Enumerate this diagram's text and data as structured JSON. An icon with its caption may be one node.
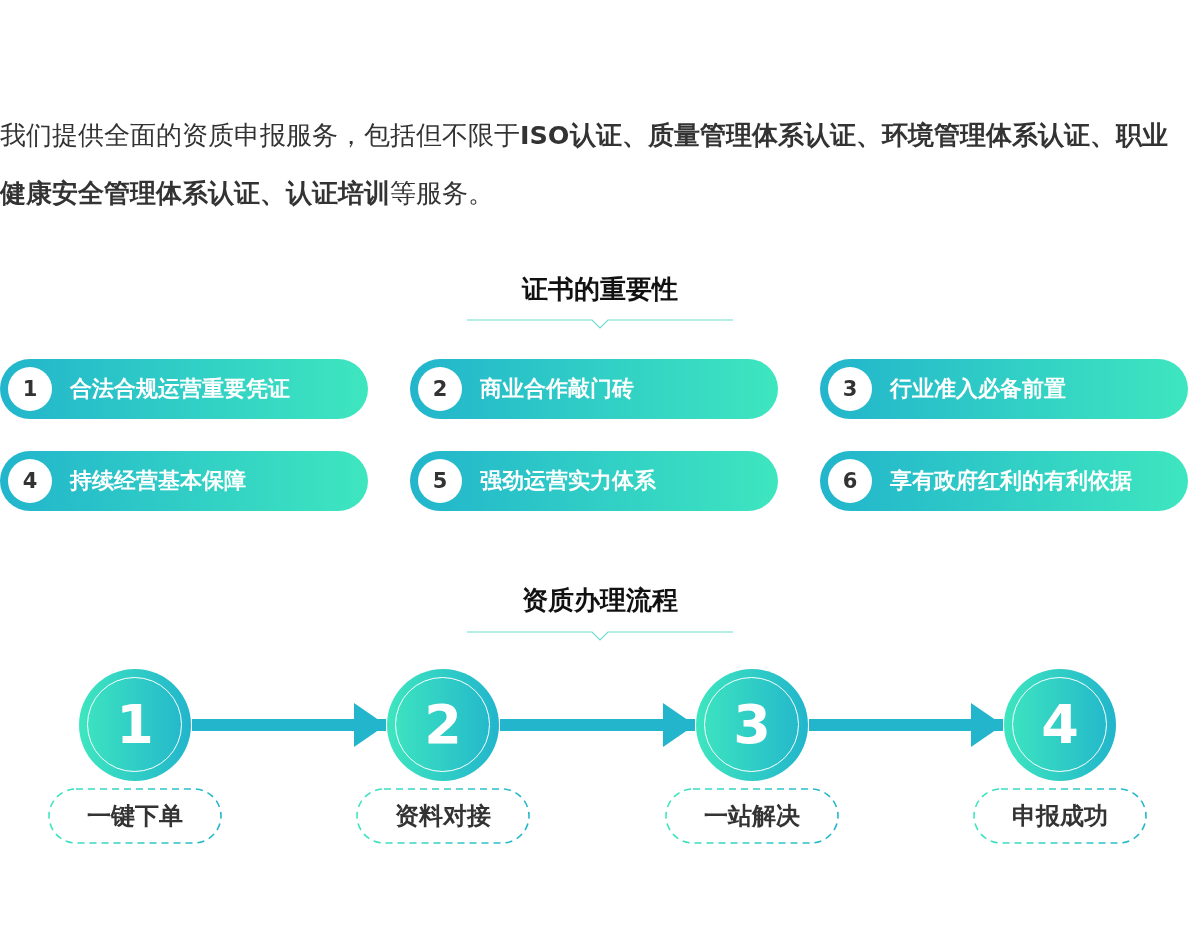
{
  "diagram": {
    "nodes": [
      {
        "text": [
          "1",
          "合法合规运营重要凭证"
        ]
      },
      {
        "text": [
          "2",
          "商业合作敲门砖"
        ]
      },
      {
        "text": [
          "3",
          "行业准入必备前置"
        ]
      },
      {
        "text": [
          "4",
          "持续经营基本保障"
        ]
      },
      {
        "text": [
          "5",
          "强劲运营实力体系"
        ]
      },
      {
        "text": [
          "6",
          "享有政府红利的有利依据"
        ]
      },
      {
        "text": [
          "1"
        ]
      },
      {
        "text": [
          "一键下单"
        ]
      },
      {
        "text": [
          "2"
        ]
      },
      {
        "text": [
          "资料对接"
        ]
      },
      {
        "text": [
          "3"
        ]
      },
      {
        "text": [
          "一站解决"
        ]
      },
      {
        "text": [
          "4"
        ]
      },
      {
        "text": [
          "申报成功"
        ]
      }
    ],
    "edges": [
      {
        "from": 6,
        "to": 8,
        "arrow": "to"
      },
      {
        "from": 8,
        "to": 10,
        "arrow": "to"
      },
      {
        "from": 10,
        "to": 12,
        "arrow": "to"
      }
    ],
    "labels": [
      "我们提供全面的资质申报服务，包括但不限于**ISO认证、质量管理体系认证、环境管理体系认证、职业健康安全管理体系认证、认证培训**等服务。",
      "证书的重要性",
      "资质办理流程"
    ]
  }
}
